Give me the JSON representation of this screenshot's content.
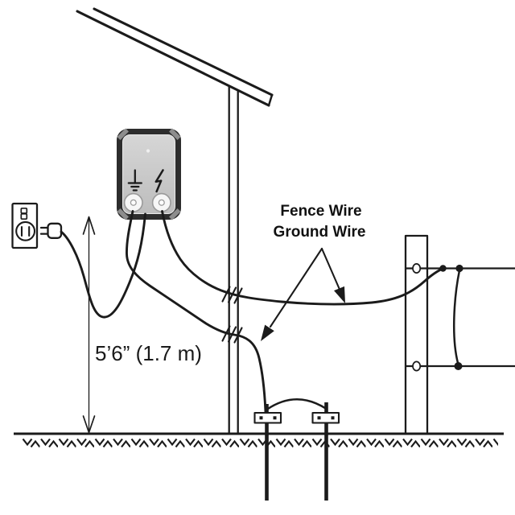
{
  "diagram": {
    "labels": {
      "fence_wire": "Fence Wire",
      "ground_wire": "Ground Wire",
      "mount_height": "5’6” (1.7 m)"
    },
    "colors": {
      "background": "#ffffff",
      "line": "#1b1b1b",
      "energizer_frame": "#2d2d2d",
      "energizer_bevel": "#8d8d8d",
      "energizer_face": "#c9c9c9",
      "terminal_fill": "#f6f6f6",
      "terminal_ring": "#9a9a9a",
      "indicator_light": "#f0f0f0"
    },
    "icons": [
      "earth-ground-icon",
      "lightning-bolt-icon",
      "power-outlet-icon",
      "power-plug-icon"
    ]
  }
}
